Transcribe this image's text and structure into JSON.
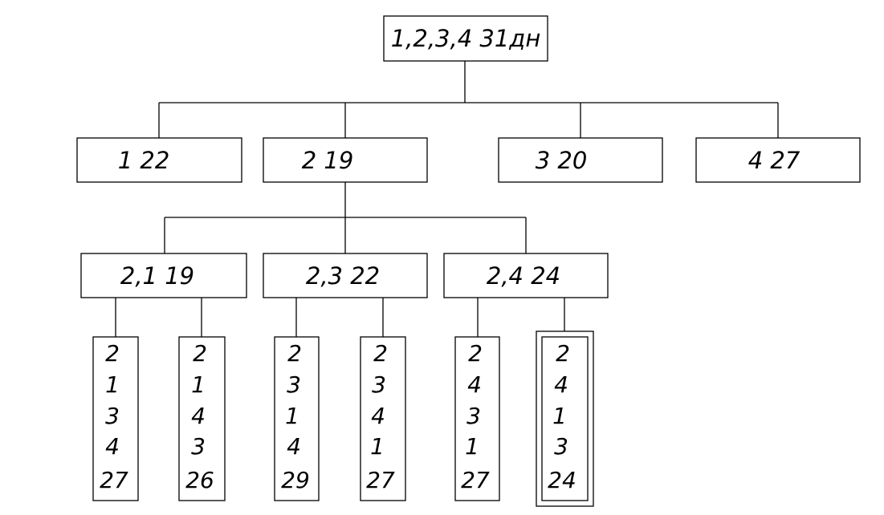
{
  "colors": {
    "line": "#000000",
    "background": "#ffffff"
  },
  "tree": {
    "root": {
      "label": "1,2,3,4  31дн"
    },
    "level1": [
      {
        "label": "1  22"
      },
      {
        "label": "2  19"
      },
      {
        "label": "3  20"
      },
      {
        "label": "4  27"
      }
    ],
    "level2": [
      {
        "label": "2,1  19"
      },
      {
        "label": "2,3  22"
      },
      {
        "label": "2,4  24"
      }
    ],
    "leaves": [
      {
        "values": [
          "2",
          "1",
          "3",
          "4",
          "27"
        ]
      },
      {
        "values": [
          "2",
          "1",
          "4",
          "3",
          "26"
        ]
      },
      {
        "values": [
          "2",
          "3",
          "1",
          "4",
          "29"
        ]
      },
      {
        "values": [
          "2",
          "3",
          "4",
          "1",
          "27"
        ]
      },
      {
        "values": [
          "2",
          "4",
          "3",
          "1",
          "27"
        ]
      },
      {
        "values": [
          "2",
          "4",
          "1",
          "3",
          "24"
        ],
        "selected": true
      }
    ]
  }
}
